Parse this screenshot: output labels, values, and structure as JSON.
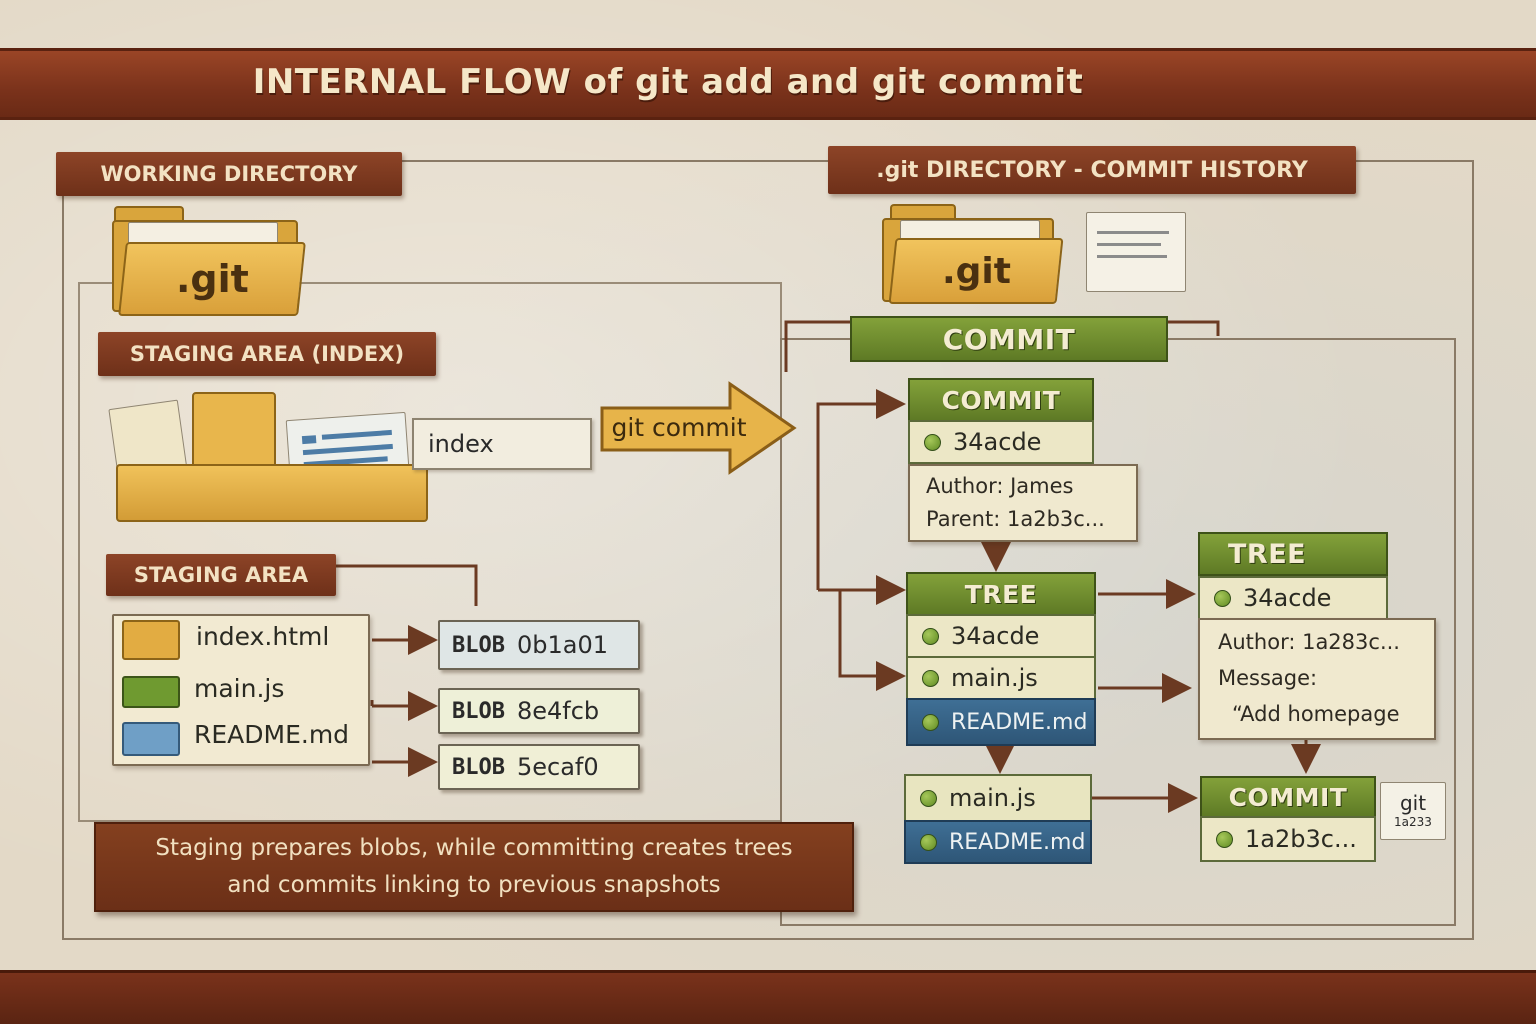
{
  "title": "INTERNAL FLOW of git add and git commit",
  "working_directory": {
    "label": "WORKING DIRECTORY",
    "folder_label": ".git"
  },
  "staging_index": {
    "label": "STAGING AREA (INDEX)",
    "index_label": "index",
    "arrow_label": "git commit"
  },
  "staging_area": {
    "label": "STAGING AREA",
    "files": [
      {
        "name": "index.html",
        "color": "#e2ac42"
      },
      {
        "name": "main.js",
        "color": "#6f9a30"
      },
      {
        "name": "README.md",
        "color": "#6f9fc6"
      }
    ],
    "blobs": [
      {
        "type": "BLOB",
        "hash": "0b1a01"
      },
      {
        "type": "BLOB",
        "hash": "8e4fcb"
      },
      {
        "type": "BLOB",
        "hash": "5ecaf0"
      }
    ]
  },
  "caption": {
    "line1": "Staging prepares blobs, while committing creates trees",
    "line2": "and commits linking to previous snapshots"
  },
  "git_directory": {
    "label": ".git DIRECTORY - COMMIT HISTORY",
    "folder_label": ".git",
    "commit_header": "COMMIT",
    "commit": {
      "header": "COMMIT",
      "hash": "34acde",
      "author": "Author: James",
      "parent": "Parent: 1a2b3c..."
    },
    "tree": {
      "header": "TREE",
      "rows": [
        "34acde",
        "main.js",
        "README.md"
      ]
    },
    "subtree": {
      "rows": [
        "main.js",
        "README.md"
      ]
    },
    "tree2": {
      "header": "TREE",
      "hash": "34acde",
      "author": "Author: 1a283c...",
      "message_label": "Message:",
      "message": "“Add homepage"
    },
    "prev_commit": {
      "header": "COMMIT",
      "hash": "1a2b3c...",
      "tag_top": "git",
      "tag_bottom": "1a233"
    }
  },
  "colors": {
    "title_band": "#7a321b",
    "label_brown": "#7a381f",
    "folder": "#e2ac42",
    "green_header": "#6f8e2e",
    "blue_row": "#35638a"
  }
}
